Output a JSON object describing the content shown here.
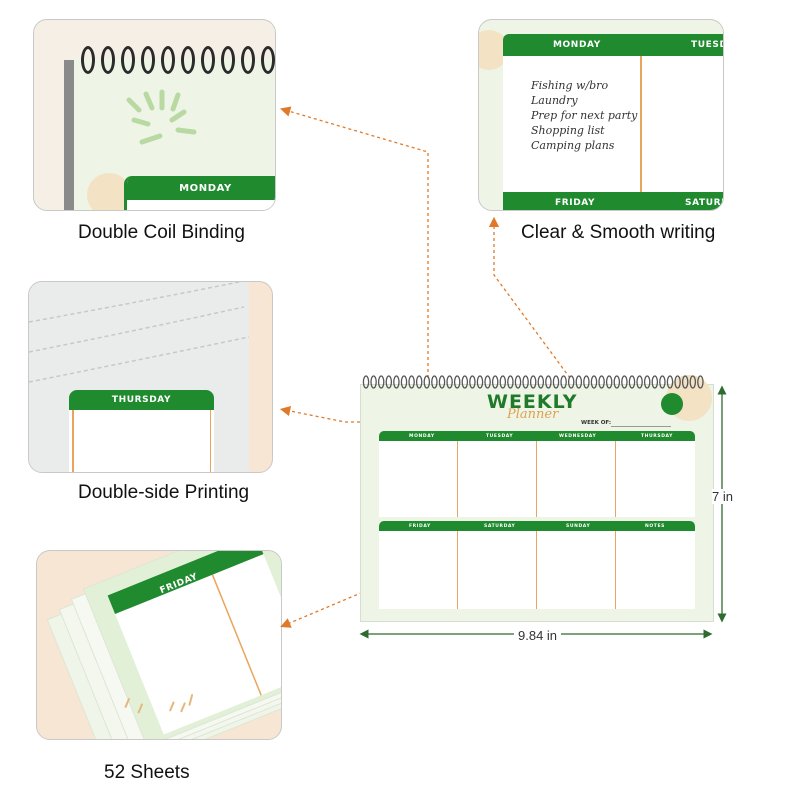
{
  "features": [
    {
      "caption": "Double Coil Binding",
      "day": "MONDAY"
    },
    {
      "caption": "Clear & Smooth writing",
      "days": [
        "MONDAY",
        "TUESDAY",
        "FRIDAY",
        "SATURDAY"
      ]
    },
    {
      "caption": "Double-side Printing",
      "day": "THURSDAY"
    },
    {
      "caption": "52 Sheets",
      "day": "FRIDAY"
    }
  ],
  "handwriting": [
    "Fishing w/bro",
    "Laundry",
    "Prep for next party",
    "Shopping list",
    "Camping plans"
  ],
  "planner": {
    "title": "WEEKLY",
    "subtitle": "Planner",
    "week_of": "WEEK OF:",
    "top_days": [
      "MONDAY",
      "TUESDAY",
      "WEDNESDAY",
      "THURSDAY"
    ],
    "bottom_days": [
      "FRIDAY",
      "SATURDAY",
      "SUNDAY",
      "NOTES"
    ]
  },
  "dimensions": {
    "height": "7 in",
    "width": "9.84 in"
  },
  "colors": {
    "green": "#1f8a2e",
    "peach": "#f6e6d3",
    "mint": "#e3f0d8",
    "orange_line": "#e07a2a"
  }
}
